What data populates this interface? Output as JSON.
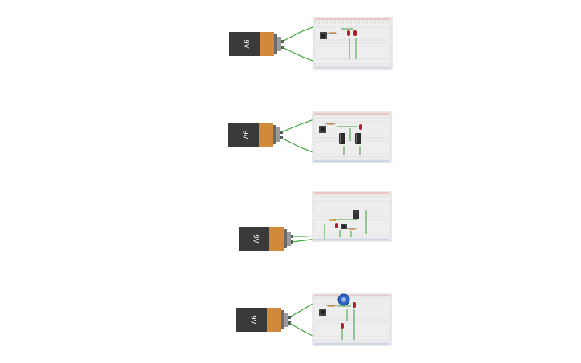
{
  "circuits": [
    {
      "id": "circuit-1",
      "battery_label": "9V",
      "components": [
        "pushbutton",
        "resistor",
        "led-red",
        "led-red",
        "jumper-wire"
      ]
    },
    {
      "id": "circuit-2",
      "battery_label": "9V",
      "components": [
        "pushbutton",
        "resistor",
        "led-red",
        "capacitor",
        "capacitor",
        "jumper-wire"
      ]
    },
    {
      "id": "circuit-3",
      "battery_label": "9V",
      "components": [
        "ic-chip",
        "resistor",
        "led-red",
        "pushbutton",
        "resistor",
        "jumper-wire"
      ]
    },
    {
      "id": "circuit-4",
      "battery_label": "9V",
      "components": [
        "potentiometer",
        "pushbutton",
        "resistor",
        "led-red",
        "led-red",
        "jumper-wire"
      ]
    }
  ],
  "colors": {
    "battery_body": "#3a3a3a",
    "battery_band": "#d18a3c",
    "battery_terminal": "#8a8a8a",
    "breadboard": "#eeeeee",
    "rail_red": "#d94a4a",
    "rail_blue": "#6a86c9",
    "wire": "#3aa13a",
    "led": "#b02020",
    "potentiometer": "#2f62c7"
  }
}
